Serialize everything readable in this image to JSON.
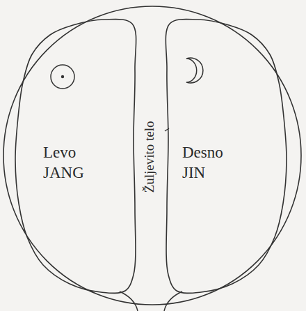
{
  "diagram": {
    "nodes": [
      {
        "text": [
          "Levo JANG"
        ]
      },
      {
        "text": [
          "Žuljevito telo"
        ]
      },
      {
        "text": [
          "Desno JIN"
        ]
      }
    ]
  }
}
